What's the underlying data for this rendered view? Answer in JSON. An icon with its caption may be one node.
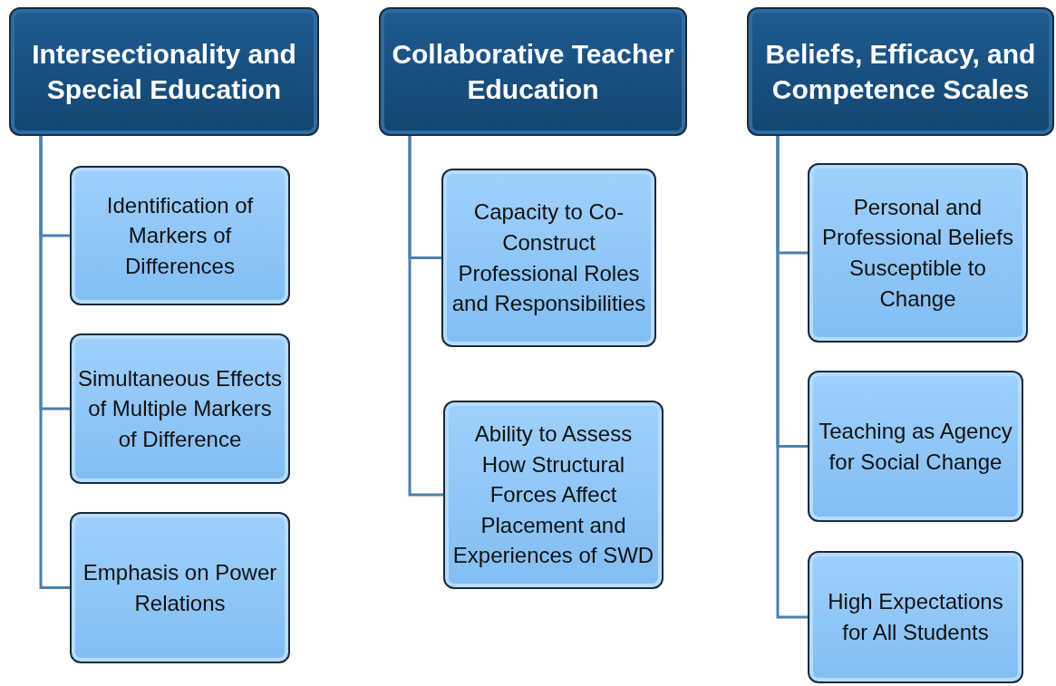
{
  "diagram": {
    "nodes": [
      {
        "text": [
          "Intersectionality and Special Education"
        ]
      },
      {
        "text": [
          "Identification of Markers of Differences"
        ]
      },
      {
        "text": [
          "Simultaneous Effects of Multiple Markers of Difference"
        ]
      },
      {
        "text": [
          "Emphasis on Power Relations"
        ]
      },
      {
        "text": [
          "Collaborative Teacher Education"
        ]
      },
      {
        "text": [
          "Capacity to Co-Construct Professional Roles and Responsibilities"
        ]
      },
      {
        "text": [
          "Ability to Assess How Structural Forces Affect Placement and Experiences of SWD"
        ]
      },
      {
        "text": [
          "Beliefs, Efficacy, and Competence Scales"
        ]
      },
      {
        "text": [
          "Personal and Professional Beliefs Susceptible to Change"
        ]
      },
      {
        "text": [
          "Teaching as Agency for Social Change"
        ]
      },
      {
        "text": [
          "High Expectations for All Students"
        ]
      }
    ],
    "edges": [
      {
        "from": 0,
        "to": 1,
        "arrow": "none"
      },
      {
        "from": 0,
        "to": 2,
        "arrow": "none"
      },
      {
        "from": 0,
        "to": 3,
        "arrow": "none"
      },
      {
        "from": 4,
        "to": 5,
        "arrow": "none"
      },
      {
        "from": 4,
        "to": 6,
        "arrow": "none"
      },
      {
        "from": 7,
        "to": 8,
        "arrow": "none"
      },
      {
        "from": 7,
        "to": 9,
        "arrow": "none"
      },
      {
        "from": 7,
        "to": 10,
        "arrow": "none"
      }
    ]
  }
}
